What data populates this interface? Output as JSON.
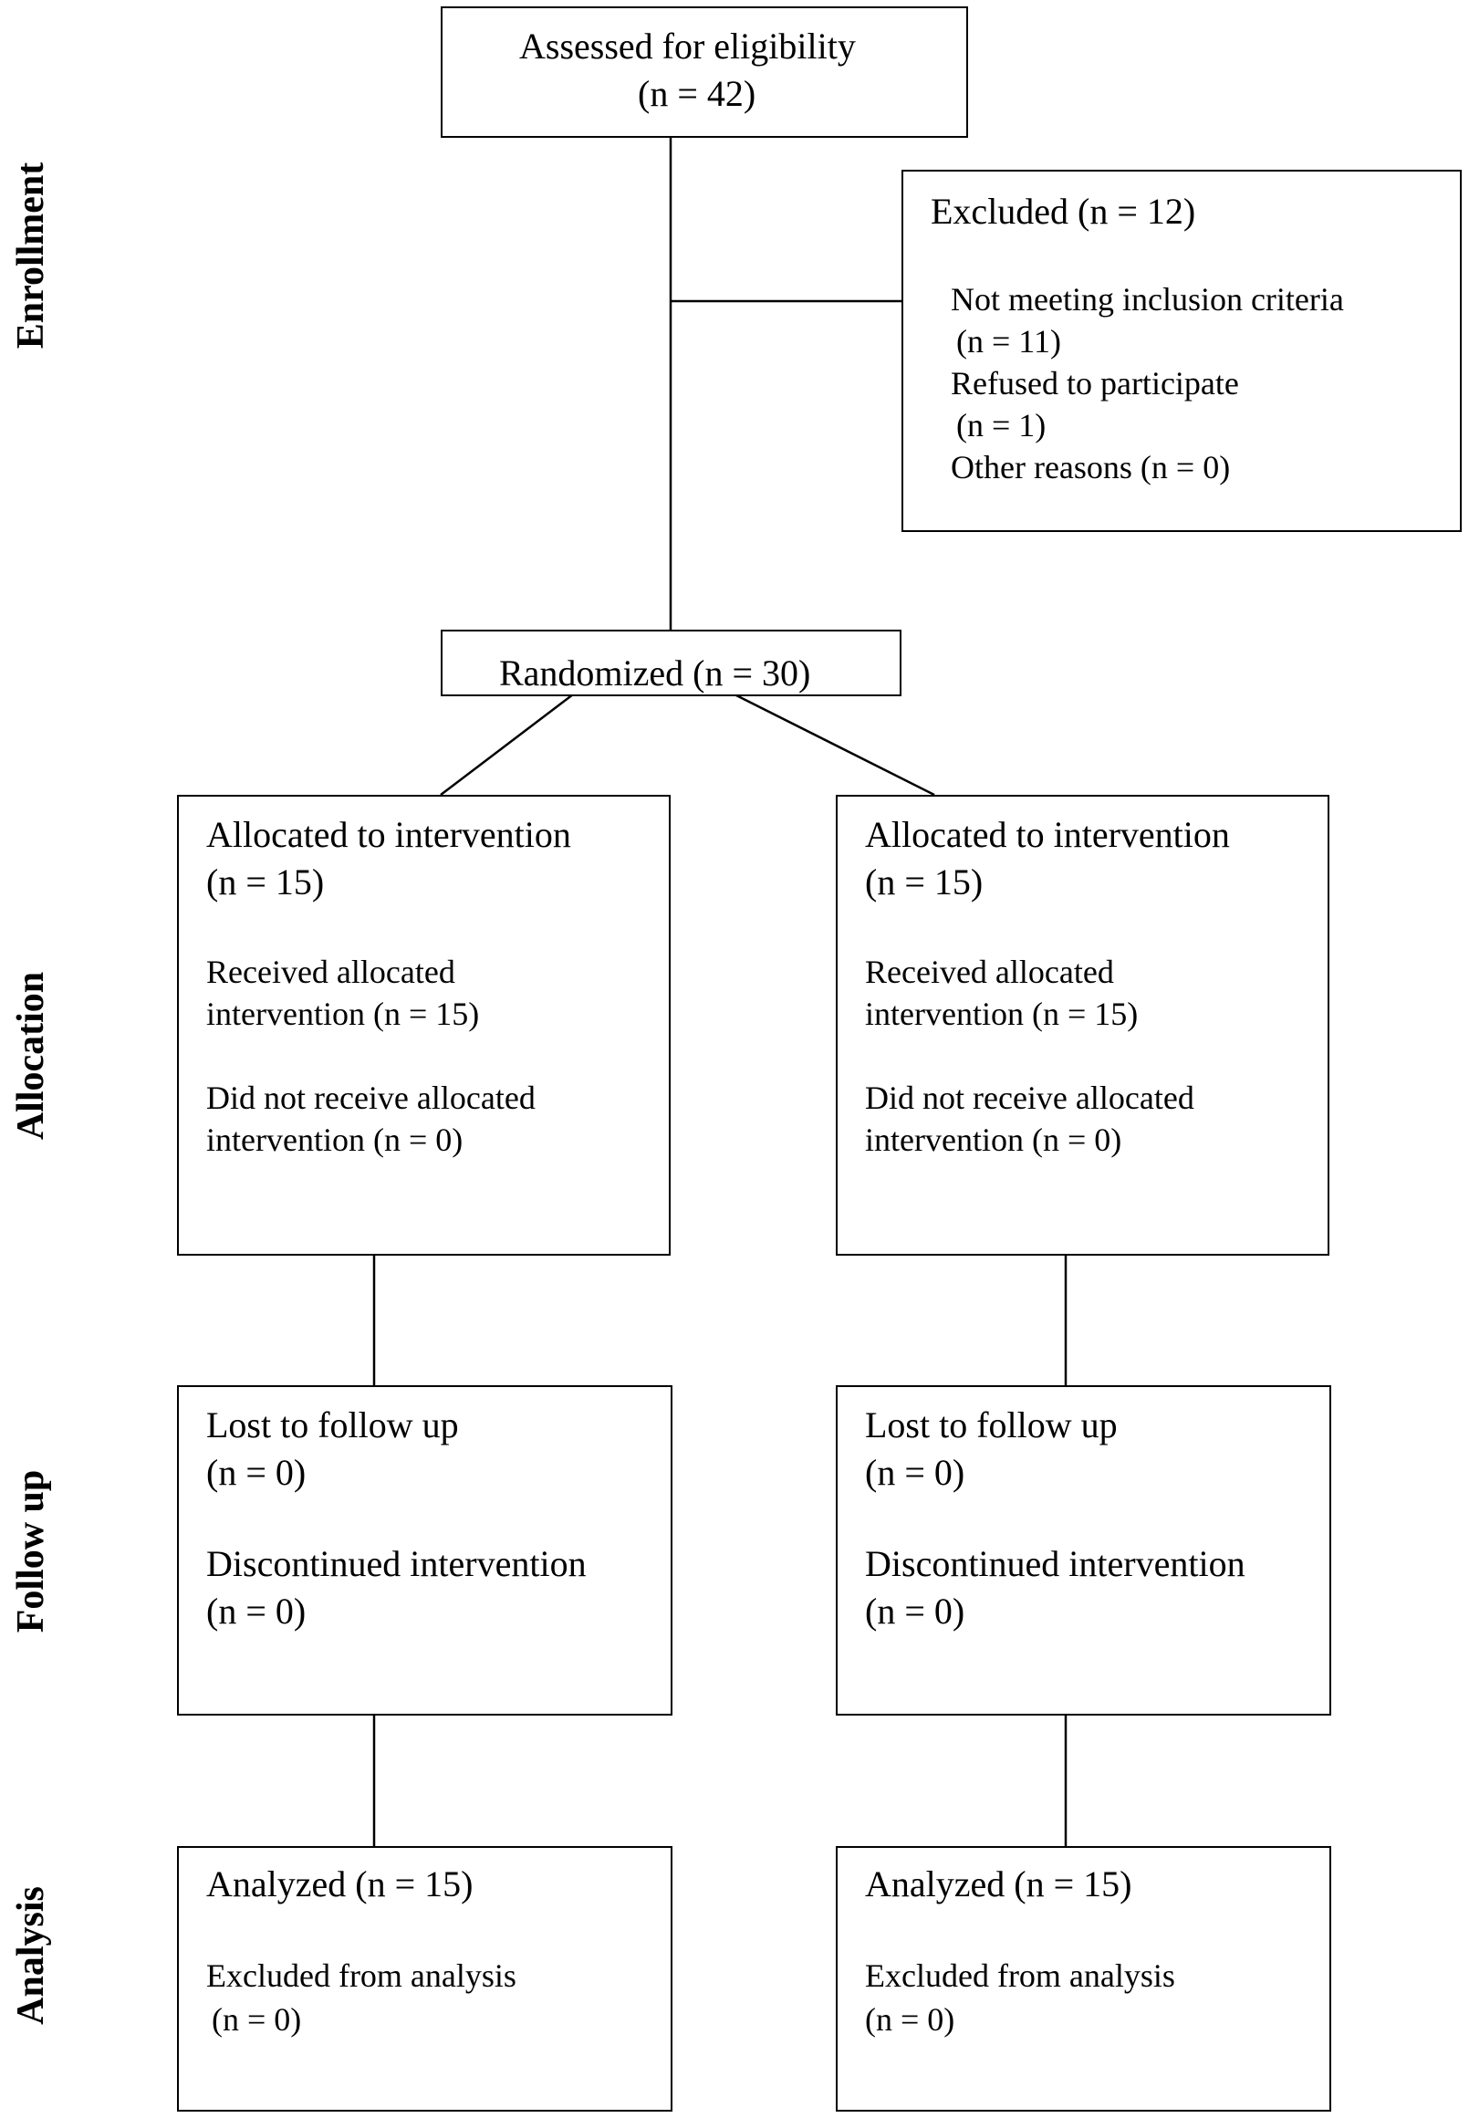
{
  "stages": {
    "enrollment": "Enrollment",
    "allocation": "Allocation",
    "follow_up": "Follow up",
    "analysis": "Analysis"
  },
  "assessed": {
    "line1": "Assessed for eligibility",
    "line2": "(n = 42)"
  },
  "excluded": {
    "title": "Excluded (n = 12)",
    "reason1": "Not meeting inclusion criteria",
    "reason1_n": "(n = 11)",
    "reason2": "Refused to participate",
    "reason2_n": "(n = 1)",
    "reason3": "Other reasons (n = 0)"
  },
  "randomized": "Randomized (n = 30)",
  "allocation": {
    "left": {
      "l1": "Allocated to intervention",
      "l2": "(n = 15)",
      "l3": "Received allocated",
      "l4": "intervention (n = 15)",
      "l5": "Did not receive allocated",
      "l6": "intervention (n = 0)"
    },
    "right": {
      "l1": "Allocated to intervention",
      "l2": "(n = 15)",
      "l3": "Received allocated",
      "l4": "intervention (n = 15)",
      "l5": "Did not receive allocated",
      "l6": "intervention (n = 0)"
    }
  },
  "follow_up": {
    "left": {
      "l1": "Lost to follow up",
      "l2": "(n = 0)",
      "l3": "Discontinued intervention",
      "l4": "(n = 0)"
    },
    "right": {
      "l1": "Lost to follow up",
      "l2": "(n = 0)",
      "l3": "Discontinued intervention",
      "l4": "(n = 0)"
    }
  },
  "analysis": {
    "left": {
      "l1": "Analyzed (n = 15)",
      "l2": "Excluded from analysis",
      "l3": "(n = 0)"
    },
    "right": {
      "l1": "Analyzed (n = 15)",
      "l2": "Excluded from analysis",
      "l3": "(n = 0)"
    }
  }
}
